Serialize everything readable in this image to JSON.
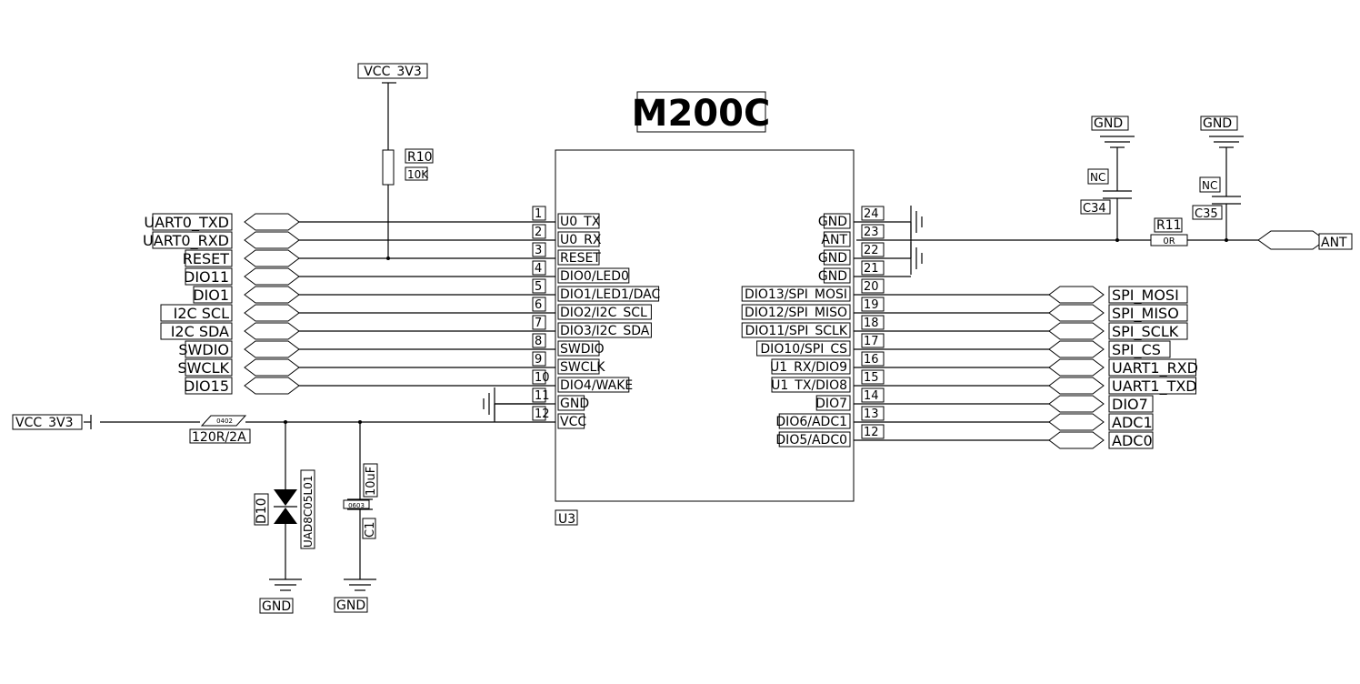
{
  "title": "M200C",
  "ref": "U3",
  "left_pins": [
    {
      "num": "1",
      "name": "U0_TX",
      "net": "UART0_TXD"
    },
    {
      "num": "2",
      "name": "U0_RX",
      "net": "UART0_RXD"
    },
    {
      "num": "3",
      "name": "RESET",
      "net": "RESET"
    },
    {
      "num": "4",
      "name": "DIO0/LED0",
      "net": "DIO11"
    },
    {
      "num": "5",
      "name": "DIO1/LED1/DAC",
      "net": "DIO1"
    },
    {
      "num": "6",
      "name": "DIO2/I2C_SCL",
      "net": "I2C  SCL"
    },
    {
      "num": "7",
      "name": "DIO3/I2C_SDA",
      "net": "I2C  SDA"
    },
    {
      "num": "8",
      "name": "SWDIO",
      "net": "SWDIO"
    },
    {
      "num": "9",
      "name": "SWCLK",
      "net": "SWCLK"
    },
    {
      "num": "10",
      "name": "DIO4/WAKE",
      "net": "DIO15"
    },
    {
      "num": "11",
      "name": "GND",
      "net": ""
    },
    {
      "num": "12",
      "name": "VCC",
      "net": ""
    }
  ],
  "right_pins": [
    {
      "num": "24",
      "name": "GND",
      "net": ""
    },
    {
      "num": "23",
      "name": "ANT",
      "net": ""
    },
    {
      "num": "22",
      "name": "GND",
      "net": ""
    },
    {
      "num": "21",
      "name": "GND",
      "net": ""
    },
    {
      "num": "20",
      "name": "DIO13/SPI_MOSI",
      "net": "SPI_MOSI"
    },
    {
      "num": "19",
      "name": "DIO12/SPI_MISO",
      "net": "SPI_MISO"
    },
    {
      "num": "18",
      "name": "DIO11/SPI_SCLK",
      "net": "SPI_SCLK"
    },
    {
      "num": "17",
      "name": "DIO10/SPI_CS",
      "net": "SPI_CS"
    },
    {
      "num": "16",
      "name": "U1_RX/DIO9",
      "net": "UART1_RXD"
    },
    {
      "num": "15",
      "name": "U1_TX/DIO8",
      "net": "UART1_TXD"
    },
    {
      "num": "14",
      "name": "DIO7",
      "net": "DIO7"
    },
    {
      "num": "13",
      "name": "DIO6/ADC1",
      "net": "ADC1"
    },
    {
      "num": "12",
      "name": "DIO5/ADC0",
      "net": "ADC0"
    }
  ],
  "r10": {
    "ref": "R10",
    "value": "10K",
    "rail": "VCC_3V3"
  },
  "vcc_in": "VCC_3V3",
  "fb": {
    "pkg": "0402",
    "value": "120R/2A"
  },
  "d10": {
    "ref": "D10",
    "part": "UAD8C05L01",
    "gnd": "GND"
  },
  "c1": {
    "ref": "C1",
    "value": "10uF",
    "pkg": "0603",
    "gnd": "GND"
  },
  "c34": {
    "ref": "C34",
    "value": "NC",
    "gnd": "GND"
  },
  "c35": {
    "ref": "C35",
    "value": "NC",
    "gnd": "GND"
  },
  "r11": {
    "ref": "R11",
    "value": "0R"
  },
  "ant": "ANT"
}
